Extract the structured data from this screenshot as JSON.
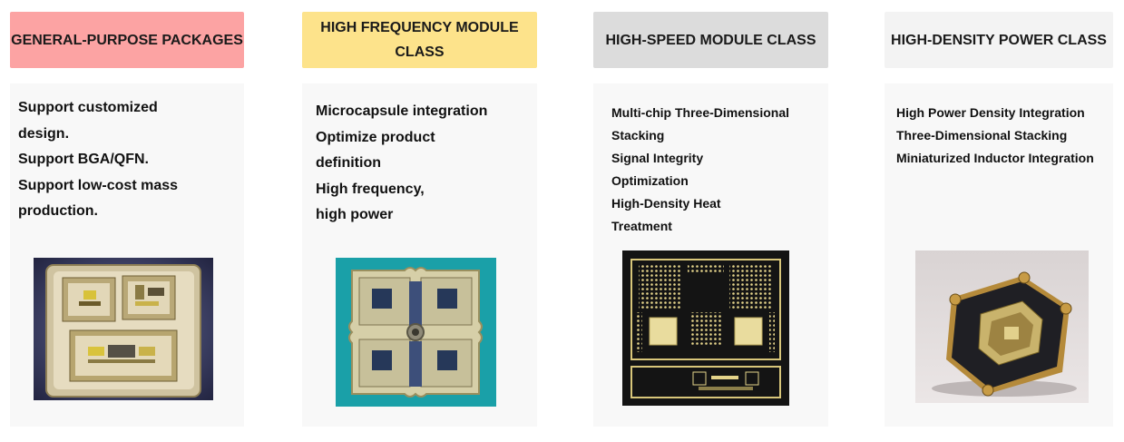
{
  "columns": [
    {
      "title": "GENERAL-PURPOSE PACKAGES",
      "header_color": "#fca3a3",
      "lines": [
        "Support customized",
        "design.",
        "Support BGA/QFN.",
        "Support low-cost mass",
        "production."
      ],
      "photo_icon": "cavity-package-photo"
    },
    {
      "title": "HIGH FREQUENCY MODULE CLASS",
      "header_color": "#fde38b",
      "lines": [
        "Microcapsule integration",
        "Optimize product",
        "definition",
        "High frequency,",
        "high power"
      ],
      "photo_icon": "rf-module-photo"
    },
    {
      "title": "HIGH-SPEED MODULE CLASS",
      "header_color": "#dcdcdc",
      "lines": [
        "Multi-chip Three-Dimensional",
        "Stacking",
        "Signal Integrity",
        "Optimization",
        "High-Density Heat",
        "Treatment"
      ],
      "photo_icon": "substrate-panel-photo"
    },
    {
      "title": "HIGH-DENSITY POWER CLASS",
      "header_color": "#f3f3f3",
      "lines": [
        "High Power Density Integration",
        "Three-Dimensional Stacking",
        "Miniaturized Inductor Integration"
      ],
      "photo_icon": "power-module-photo"
    }
  ]
}
